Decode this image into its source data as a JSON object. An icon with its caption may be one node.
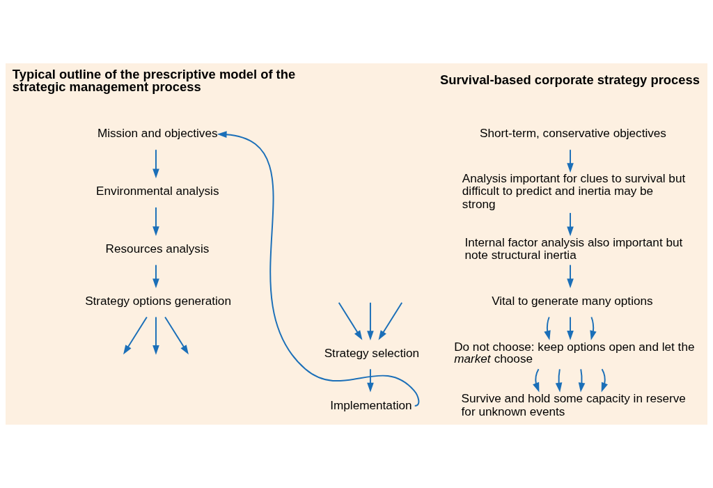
{
  "diagram": {
    "nodes": [
      {
        "text": [
          "Mission and objectives"
        ]
      },
      {
        "text": [
          "Environmental analysis"
        ]
      },
      {
        "text": [
          "Resources analysis"
        ]
      },
      {
        "text": [
          "Strategy options generation"
        ]
      },
      {
        "text": [
          "Strategy selection"
        ]
      },
      {
        "text": [
          "Implementation"
        ]
      },
      {
        "text": [
          "Short-term, conservative objectives"
        ]
      },
      {
        "text": [
          "Analysis important for clues to survival but difficult to predict and inertia may be strong"
        ]
      },
      {
        "text": [
          "Internal factor analysis also important but note structural inertia"
        ]
      },
      {
        "text": [
          "Vital to generate many options"
        ]
      },
      {
        "text": [
          "Do not choose: keep options open and let the *market* choose"
        ]
      },
      {
        "text": [
          "Survive and hold some capacity in reserve for unknown events"
        ]
      }
    ],
    "edges": [
      {
        "from": 0,
        "to": 1,
        "arrow": "to"
      },
      {
        "from": 1,
        "to": 2,
        "arrow": "to"
      },
      {
        "from": 2,
        "to": 3,
        "arrow": "to"
      },
      {
        "from": 3,
        "to": null,
        "arrow": "to"
      },
      {
        "from": 3,
        "to": null,
        "arrow": "to"
      },
      {
        "from": 3,
        "to": null,
        "arrow": "to"
      },
      {
        "from": null,
        "to": 4,
        "arrow": "to"
      },
      {
        "from": null,
        "to": 4,
        "arrow": "to"
      },
      {
        "from": null,
        "to": 4,
        "arrow": "to"
      },
      {
        "from": 4,
        "to": 5,
        "arrow": "to"
      },
      {
        "from": 5,
        "to": 0,
        "arrow": "to"
      },
      {
        "from": 6,
        "to": 7,
        "arrow": "to"
      },
      {
        "from": 7,
        "to": 8,
        "arrow": "to"
      },
      {
        "from": 8,
        "to": 9,
        "arrow": "to"
      },
      {
        "from": 9,
        "to": 10,
        "arrow": "to"
      },
      {
        "from": 9,
        "to": 10,
        "arrow": "to"
      },
      {
        "from": 9,
        "to": 10,
        "arrow": "to"
      },
      {
        "from": 10,
        "to": 11,
        "arrow": "to"
      },
      {
        "from": 10,
        "to": 11,
        "arrow": "to"
      },
      {
        "from": 10,
        "to": 11,
        "arrow": "to"
      },
      {
        "from": 10,
        "to": 11,
        "arrow": "to"
      }
    ],
    "labels": [
      "Typical outline of the prescriptive model of the strategic management process",
      "Survival-based corporate strategy process"
    ]
  }
}
